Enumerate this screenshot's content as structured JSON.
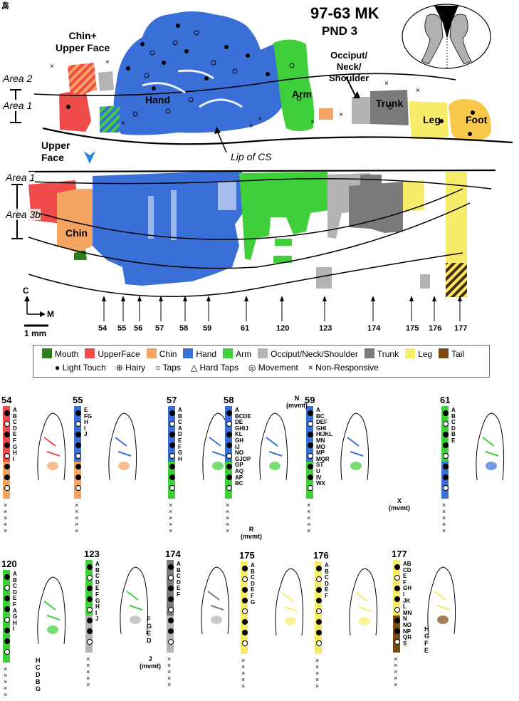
{
  "panel_letters": [
    "A",
    "B"
  ],
  "header": {
    "case_id": "97-63 MK",
    "age": "PND 3"
  },
  "map_labels": {
    "chin_upper_face": "Chin+\nUpper Face",
    "occiput": "Occiput/\nNeck/\nShoulder",
    "hand": "Hand",
    "arm": "Arm",
    "trunk": "Trunk",
    "leg": "Leg",
    "foot": "Foot",
    "area2": "Area 2",
    "area1_top": "Area 1",
    "upper_face": "Upper\nFace",
    "lip_cs": "Lip of CS",
    "area1_b": "Area 1",
    "area3b": "Area 3b",
    "chin": "Chin",
    "compass_c": "C",
    "compass_m": "M",
    "scale": "1 mm"
  },
  "penetrations": [
    "54",
    "55",
    "56",
    "57",
    "58",
    "59",
    "61",
    "120",
    "123",
    "174",
    "175",
    "176",
    "177"
  ],
  "legend": {
    "regions": [
      {
        "name": "Mouth",
        "color": "#2e7d1e"
      },
      {
        "name": "UpperFace",
        "color": "#ef4b4b"
      },
      {
        "name": "Chin",
        "color": "#f5a462"
      },
      {
        "name": "Hand",
        "color": "#3a6fd8"
      },
      {
        "name": "Arm",
        "color": "#3fcf3a"
      },
      {
        "name": "Occiput/Neck/Shoulder",
        "color": "#b4b4b4"
      },
      {
        "name": "Trunk",
        "color": "#7a7a7a"
      },
      {
        "name": "Leg",
        "color": "#f7ec6a"
      },
      {
        "name": "Tail",
        "color": "#7a4a10"
      }
    ],
    "symbols": [
      {
        "glyph": "●",
        "name": "Light Touch"
      },
      {
        "glyph": "⊕",
        "name": "Hairy"
      },
      {
        "glyph": "○",
        "name": "Taps"
      },
      {
        "glyph": "△",
        "name": "Hard Taps"
      },
      {
        "glyph": "◎",
        "name": "Movement"
      },
      {
        "glyph": "×",
        "name": "Non-Responsive"
      }
    ]
  },
  "panels": [
    {
      "id": "54",
      "letters": "A B C D E F G H I"
    },
    {
      "id": "55",
      "letters": "E FG H I J"
    },
    {
      "id": "57",
      "letters": "A B C A D E F G H"
    },
    {
      "id": "58",
      "letters": "A BCDE DE GHIJ KL GH IJ NO GJOP GP AQ AP BC"
    },
    {
      "id": "59",
      "letters": "A BC DEF GHI HIJKL MN MO MP MQR ST U IV WX"
    },
    {
      "id": "61",
      "letters": "A B C D B E"
    },
    {
      "id": "120",
      "letters": "A B C D E F A G H I"
    },
    {
      "id": "123",
      "letters": "A B C D E F G H I J"
    },
    {
      "id": "174",
      "letters": "A B C D E F"
    },
    {
      "id": "175",
      "letters": "A B C D E F G"
    },
    {
      "id": "176",
      "letters": "A B C D E F"
    },
    {
      "id": "177",
      "letters": "AB CD E F GH I JK L MN N NO NP QR S"
    }
  ],
  "panel_annotations": {
    "n_mvmt": "N\n(mvmt)",
    "r_mvmt": "R\n(mvmt)",
    "x_mvmt": "X\n(mvmt)",
    "j_mvmt": "J\n(mvmt)",
    "hcdbg": "H C D B G",
    "fged": "F G E D",
    "hgfe": "H G F E"
  }
}
